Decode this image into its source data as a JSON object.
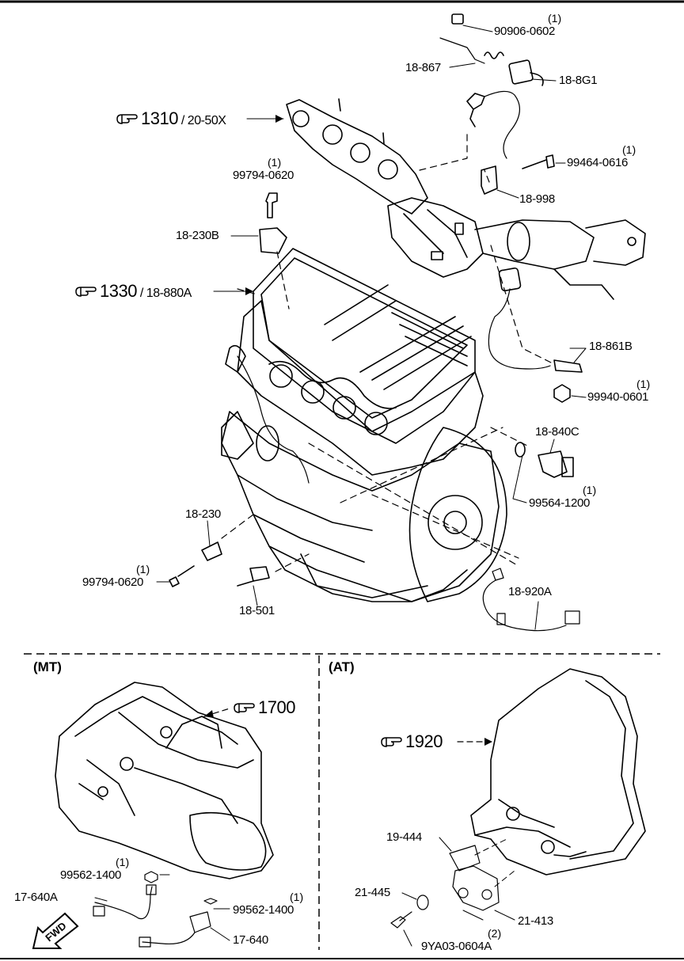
{
  "sections": {
    "mt_label": "(MT)",
    "at_label": "(AT)"
  },
  "refs": {
    "r1310": {
      "num": "1310",
      "sub": "20-50X"
    },
    "r1330": {
      "num": "1330",
      "sub": "18-880A"
    },
    "r1700": {
      "num": "1700"
    },
    "r1920": {
      "num": "1920"
    }
  },
  "parts": {
    "p90906": "90906-0602",
    "p18867": "18-867",
    "p188g1": "18-8G1",
    "p99464": "99464-0616",
    "p18998": "18-998",
    "p99794a": "99794-0620",
    "p18230b": "18-230B",
    "p18861b": "18-861B",
    "p99940": "99940-0601",
    "p18840c": "18-840C",
    "p99564": "99564-1200",
    "p18230": "18-230",
    "p99794b": "99794-0620",
    "p18501": "18-501",
    "p18920a": "18-920A",
    "p99562a": "99562-1400",
    "p17640a": "17-640A",
    "p99562b": "99562-1400",
    "p17640": "17-640",
    "p19444": "19-444",
    "p21445": "21-445",
    "p21413": "21-413",
    "p9ya03": "9YA03-0604A"
  },
  "quantities": {
    "q1": "(1)",
    "q2": "(2)"
  },
  "fwd_label": "FWD"
}
